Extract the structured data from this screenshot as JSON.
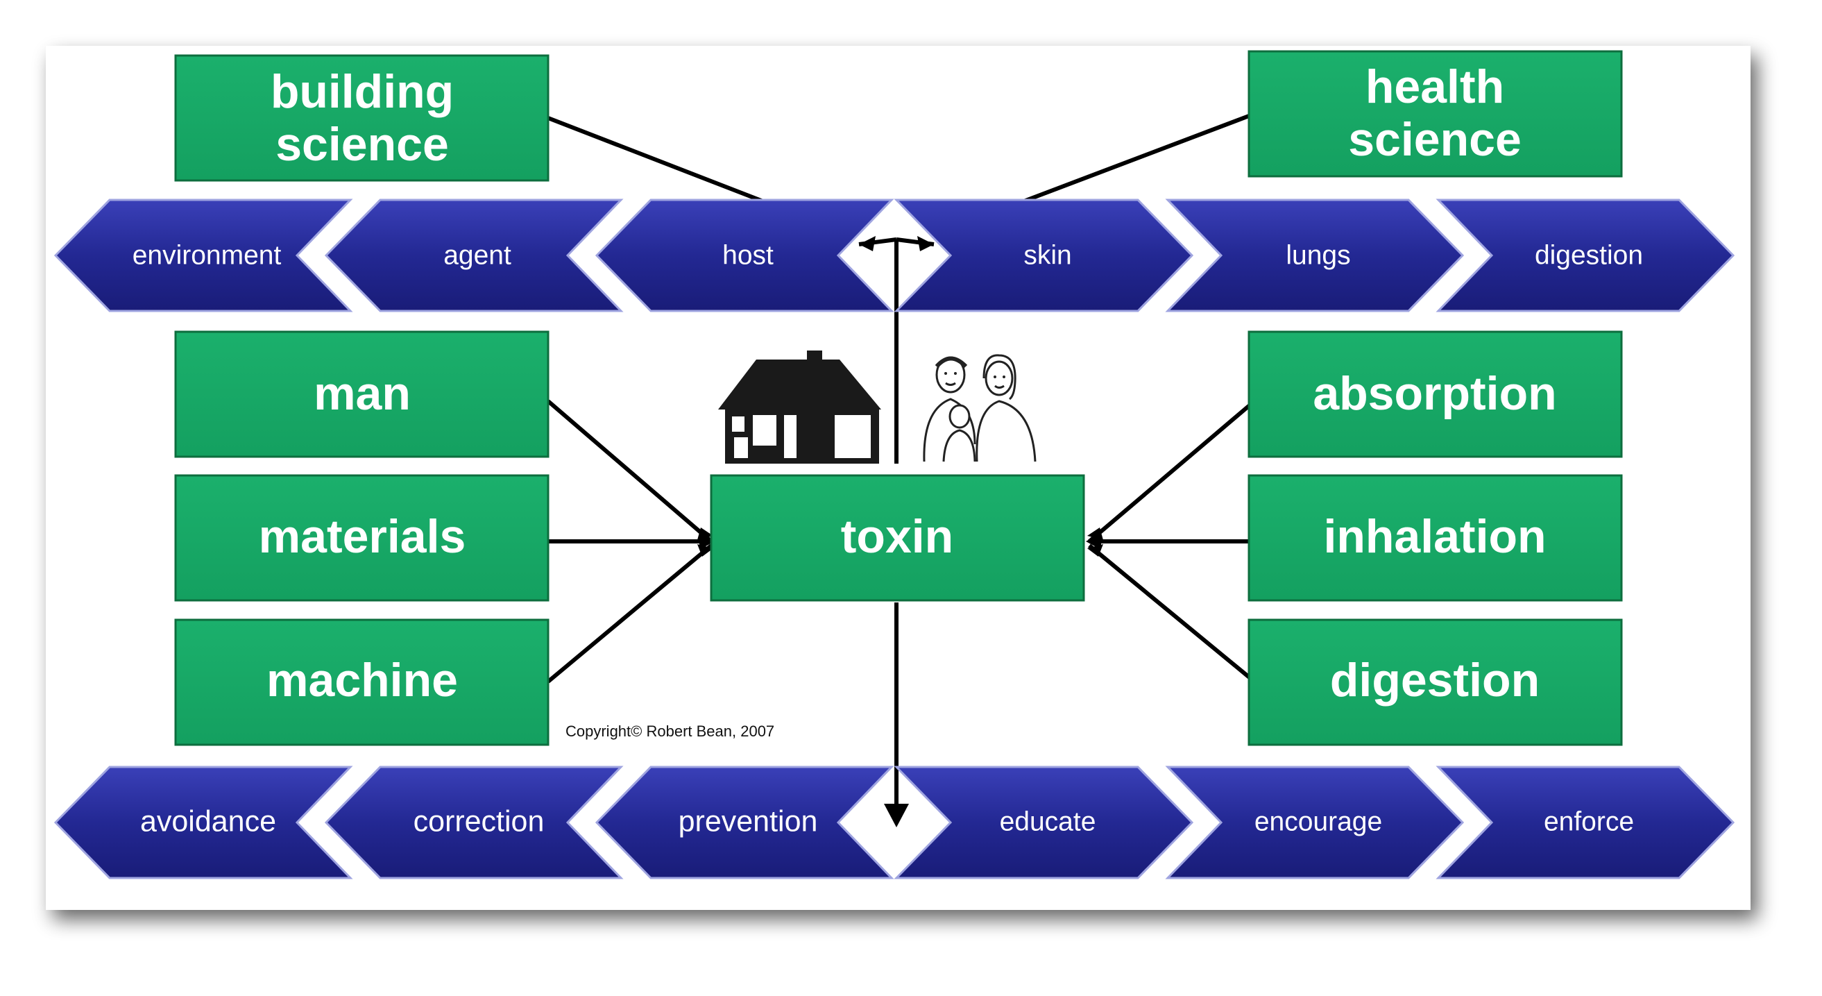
{
  "diagram": {
    "top_left_box": {
      "line1": "building",
      "line2": "science"
    },
    "top_right_box": {
      "line1": "health",
      "line2": "science"
    },
    "top_row": [
      "environment",
      "agent",
      "host",
      "skin",
      "lungs",
      "digestion"
    ],
    "left_boxes": [
      "man",
      "materials",
      "machine"
    ],
    "center_box": "toxin",
    "right_boxes": [
      "absorption",
      "inhalation",
      "digestion"
    ],
    "bottom_row": [
      "avoidance",
      "correction",
      "prevention",
      "educate",
      "encourage",
      "enforce"
    ],
    "copyright": "Copyright© Robert Bean, 2007",
    "colors": {
      "green_box": "#18a866",
      "blue_arrow": "#252a9a",
      "line": "#000000"
    },
    "icons": [
      "house-icon",
      "family-icon"
    ]
  }
}
